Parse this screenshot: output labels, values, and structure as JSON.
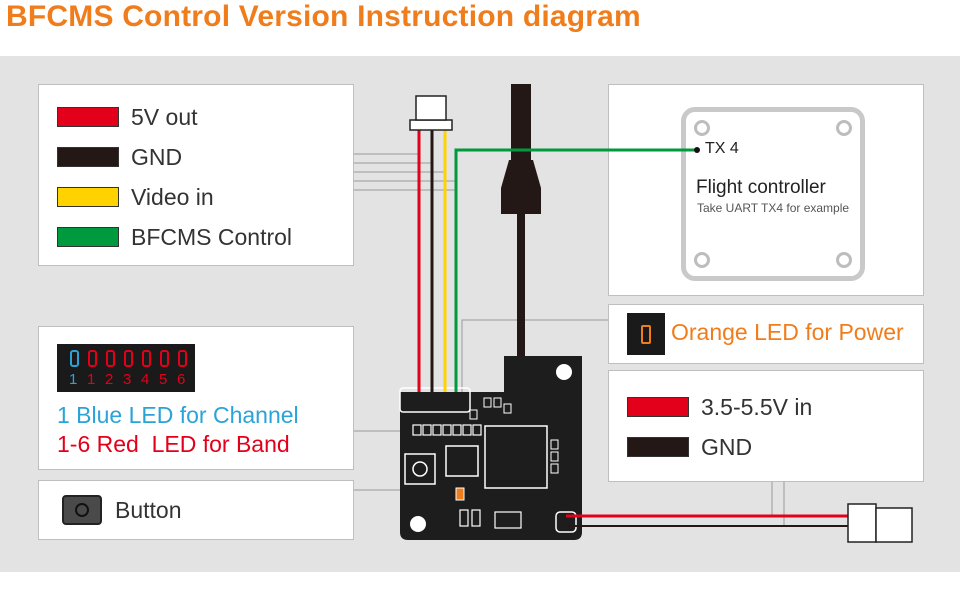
{
  "title": "BFCMS Control Version Instruction diagram",
  "colors": {
    "accent_orange": "#f07d1b",
    "wire_red": "#e2001a",
    "wire_black": "#231815",
    "wire_yellow": "#ffd200",
    "wire_green": "#009a3e",
    "led_blue": "#2aa3d8",
    "led_red": "#e2001a",
    "led_orange": "#f07d1b"
  },
  "wire_legend": {
    "items": [
      {
        "label": "5V out",
        "color": "#e2001a"
      },
      {
        "label": "GND",
        "color": "#231815"
      },
      {
        "label": "Video in",
        "color": "#ffd200"
      },
      {
        "label": "BFCMS Control",
        "color": "#009a3e"
      }
    ]
  },
  "led_legend": {
    "digits": [
      "1",
      "1",
      "2",
      "3",
      "4",
      "5",
      "6"
    ],
    "blue_label": "1 Blue LED for Channel",
    "red_label": "1-6 Red  LED for Band"
  },
  "button_legend": {
    "label": "Button"
  },
  "flight_controller": {
    "pin_label": "TX 4",
    "title": "Flight controller",
    "subtitle": "Take UART TX4 for example"
  },
  "power_led": {
    "label": "Orange LED for Power"
  },
  "power_legend": {
    "items": [
      {
        "label": "3.5-5.5V in",
        "color": "#e2001a"
      },
      {
        "label": "GND",
        "color": "#231815"
      }
    ]
  }
}
